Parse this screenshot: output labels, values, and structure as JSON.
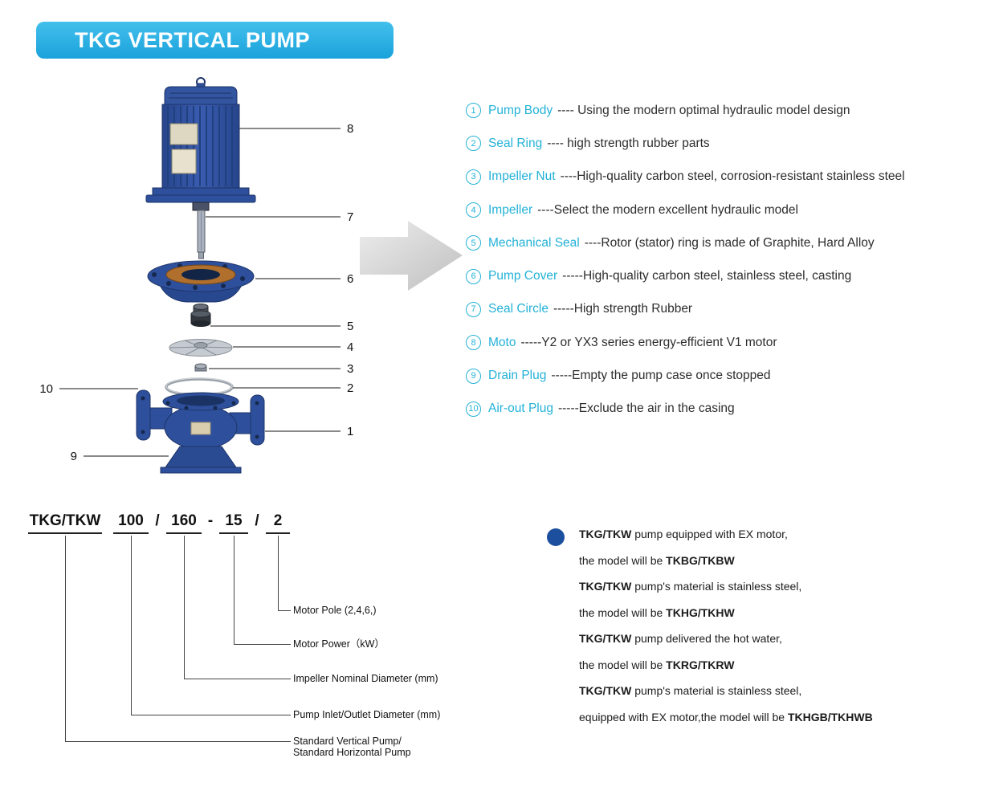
{
  "header": {
    "title": "TKG VERTICAL PUMP"
  },
  "diagram": {
    "callouts": [
      "1",
      "2",
      "3",
      "4",
      "5",
      "6",
      "7",
      "8",
      "9",
      "10"
    ]
  },
  "parts": [
    {
      "num": "1",
      "name": "Pump Body",
      "desc": "---- Using the modern optimal hydraulic model design"
    },
    {
      "num": "2",
      "name": "Seal Ring",
      "desc": "---- high strength rubber parts"
    },
    {
      "num": "3",
      "name": "Impeller Nut",
      "desc": "----High-quality carbon steel, corrosion-resistant stainless steel"
    },
    {
      "num": "4",
      "name": "Impeller",
      "desc": "----Select the modern excellent hydraulic model"
    },
    {
      "num": "5",
      "name": "Mechanical Seal",
      "desc": "----Rotor (stator) ring is made of Graphite, Hard Alloy"
    },
    {
      "num": "6",
      "name": "Pump Cover",
      "desc": "-----High-quality carbon steel, stainless steel, casting"
    },
    {
      "num": "7",
      "name": "Seal Circle",
      "desc": "-----High strength Rubber"
    },
    {
      "num": "8",
      "name": "Moto",
      "desc": "-----Y2 or YX3 series energy-efficient V1 motor"
    },
    {
      "num": "9",
      "name": "Drain Plug",
      "desc": "-----Empty the pump case once stopped"
    },
    {
      "num": "10",
      "name": "Air-out Plug",
      "desc": "-----Exclude the air in the casing"
    }
  ],
  "model": {
    "prefix": "TKG/TKW",
    "inlet": "100",
    "sep1": "/",
    "impeller": "160",
    "sep2": "-",
    "power": "15",
    "sep3": "/",
    "pole": "2",
    "labels": {
      "pole": "Motor Pole (2,4,6,)",
      "power": "Motor Power（kW）",
      "impeller": "Impeller Nominal Diameter (mm)",
      "inlet": "Pump Inlet/Outlet Diameter (mm)",
      "std1": "Standard Vertical Pump/",
      "std2": "Standard Horizontal Pump"
    }
  },
  "notes": {
    "lines": [
      {
        "b1": "TKG/TKW",
        "mid": " pump equipped with EX motor,",
        "b2": ""
      },
      {
        "b1": "",
        "mid": "the model will be ",
        "b2": "TKBG/TKBW"
      },
      {
        "b1": "TKG/TKW",
        "mid": " pump's material is stainless steel,",
        "b2": ""
      },
      {
        "b1": "",
        "mid": "the model will be ",
        "b2": "TKHG/TKHW"
      },
      {
        "b1": "TKG/TKW",
        "mid": " pump delivered the hot water,",
        "b2": ""
      },
      {
        "b1": "",
        "mid": "the model will be ",
        "b2": "TKRG/TKRW"
      },
      {
        "b1": "TKG/TKW",
        "mid": " pump's material is stainless steel,",
        "b2": ""
      },
      {
        "b1": "",
        "mid": "equipped with EX motor,the model will be ",
        "b2": "TKHGB/TKHWB"
      }
    ]
  },
  "colors": {
    "accent_cyan": "#23b2d7",
    "banner_blue": "#29abe2",
    "bullet_blue": "#1c4f9e",
    "pump_blue": "#2e509c",
    "ring_bronze": "#b06f2d"
  }
}
